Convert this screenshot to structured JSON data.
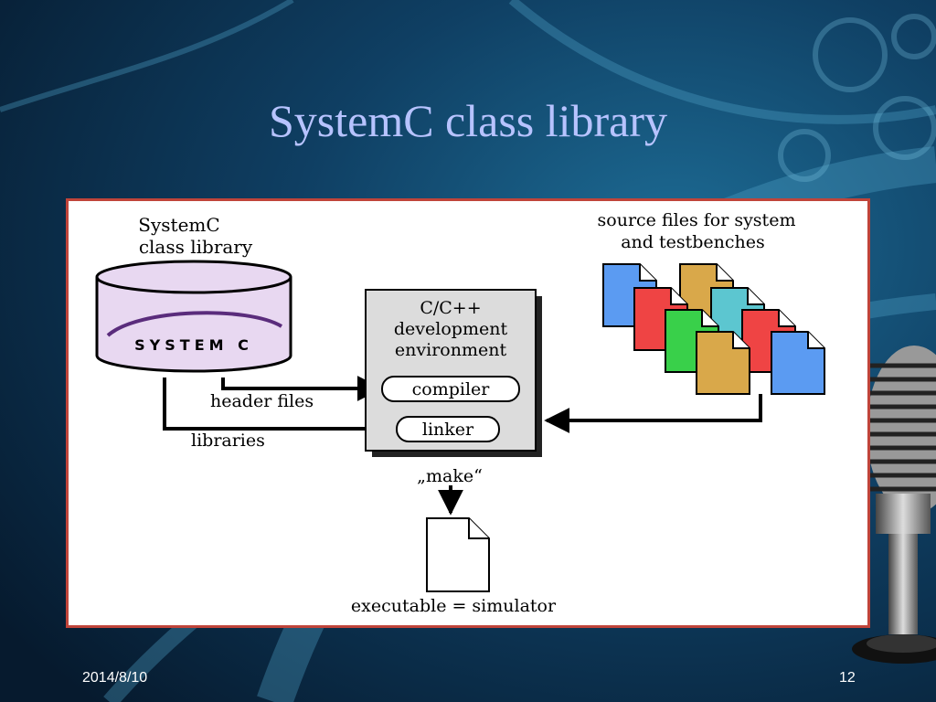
{
  "slide": {
    "title": "SystemC class library",
    "date": "2014/8/10",
    "page_number": "12"
  },
  "diagram": {
    "library_label_line1": "SystemC",
    "library_label_line2": "class library",
    "library_logo": "SYSTEM C",
    "sources_label_line1": "source files for system",
    "sources_label_line2": "and testbenches",
    "env_title_line1": "C/C++",
    "env_title_line2": "development",
    "env_title_line3": "environment",
    "compiler": "compiler",
    "linker": "linker",
    "header_files": "header files",
    "libraries": "libraries",
    "make": "„make“",
    "executable": "executable = simulator",
    "file_colors": [
      "#5b9bf2",
      "#d9a84a",
      "#ef4444",
      "#5cc6d0",
      "#39d04a",
      "#ef4444",
      "#d9a84a",
      "#5b9bf2"
    ]
  }
}
